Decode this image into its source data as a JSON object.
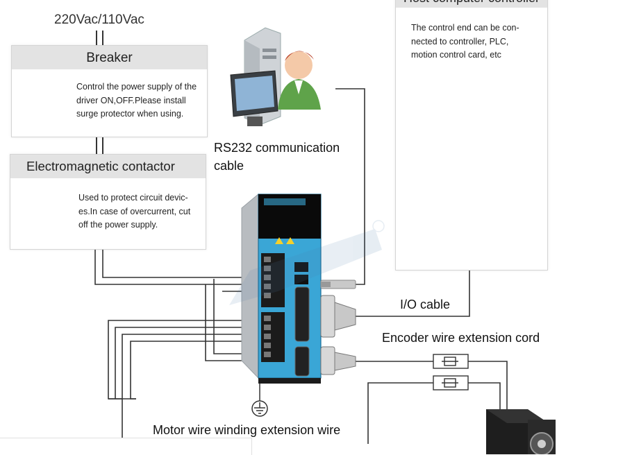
{
  "power_supply": {
    "label": "220Vac/110Vac"
  },
  "breaker": {
    "title": "Breaker",
    "description": "Control the power supply of the driver ON,OFF.Please install surge protector when using."
  },
  "contactor": {
    "title": "Electromagnetic contactor",
    "description": "Used to protect circuit devic-es.In case of overcurrent, cut off the power supply."
  },
  "rs232": {
    "label": "RS232 communication cable"
  },
  "host": {
    "title": "Host computer controller",
    "description": "The control end can be con-nected to controller, PLC, motion control card, etc"
  },
  "io_cable": {
    "label": "I/O cable"
  },
  "encoder": {
    "label": "Encoder wire extension cord"
  },
  "motor_wire": {
    "label": "Motor wire winding extension wire"
  },
  "colors": {
    "driver_blue": "#3aa6d6",
    "panel_head": "#e3e3e3",
    "wire": "#333333",
    "plc_red": "#c0392b"
  }
}
